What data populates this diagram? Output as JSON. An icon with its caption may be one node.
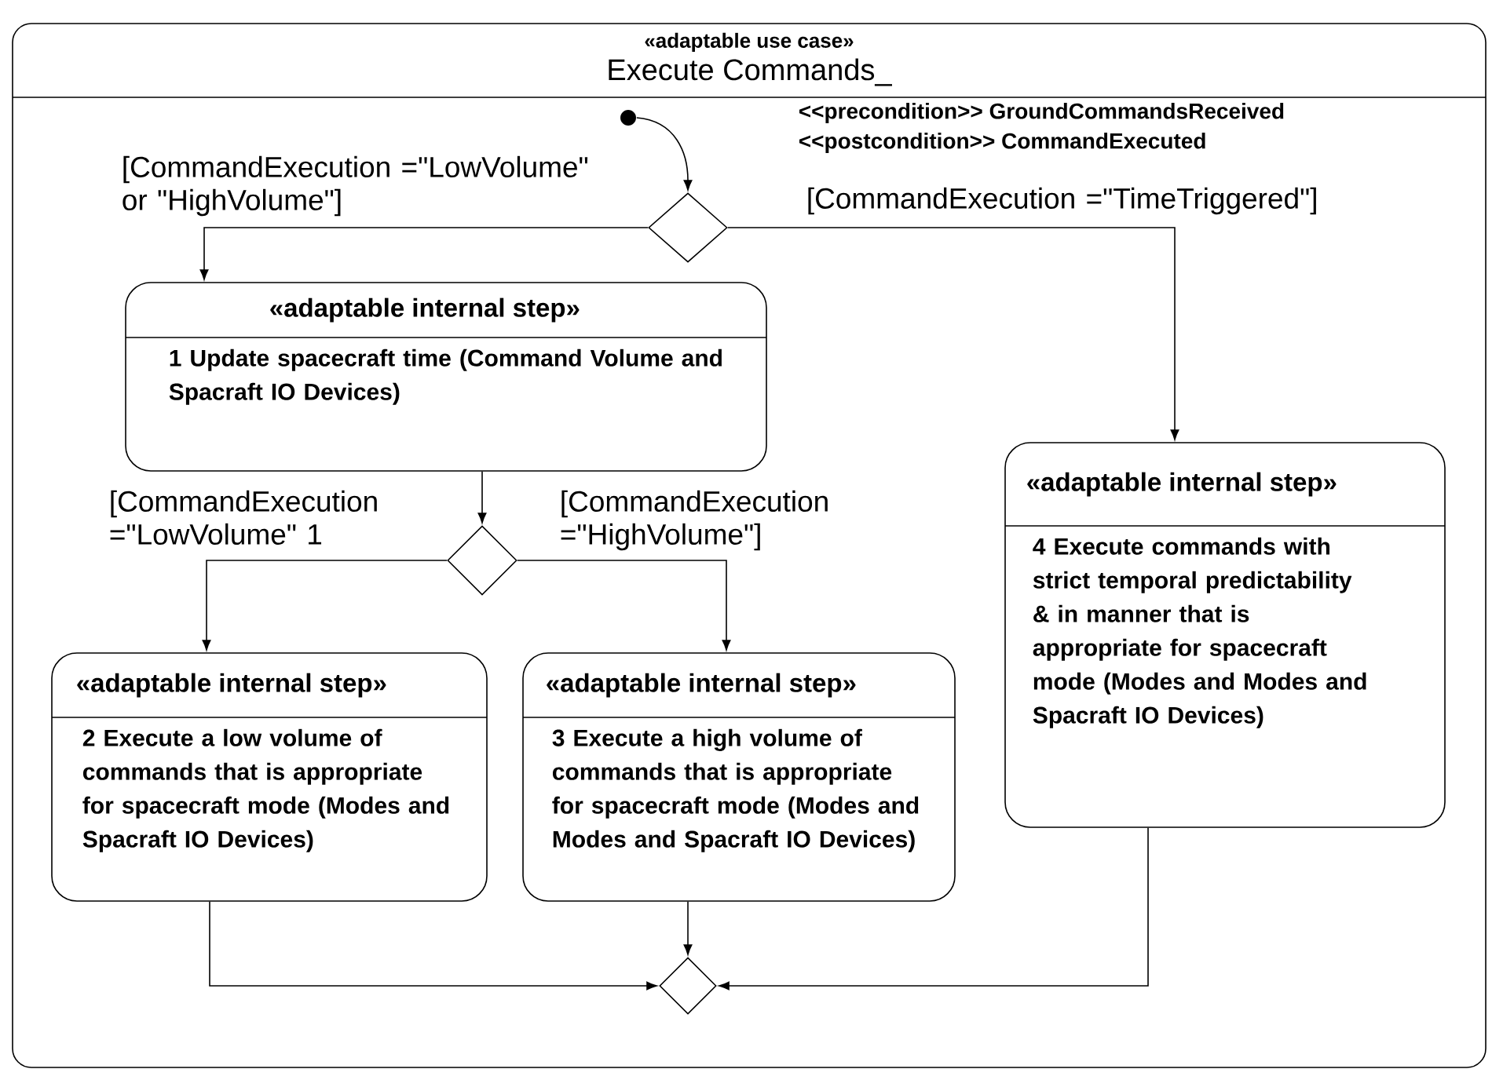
{
  "diagram": {
    "nodes": [
      {
        "text": [
          "«adaptable use case»",
          "Execute Commands_"
        ]
      },
      {
        "text": [],
        "shape": "circle",
        "in": 0
      },
      {
        "text": [],
        "shape": "diamond",
        "in": 0
      },
      {
        "text": [
          "«adaptable internal step»",
          "1 Update spacecraft time (Command Volume and Spacraft IO Devices)"
        ],
        "in": 0
      },
      {
        "text": [],
        "shape": "diamond",
        "in": 0
      },
      {
        "text": [
          "«adaptable internal step»",
          "2 Execute a low volume of commands that is appropriate for spacecraft mode (Modes and Spacraft IO Devices)"
        ],
        "in": 0
      },
      {
        "text": [
          "«adaptable internal step»",
          "3 Execute a high volume of commands that is appropriate for spacecraft mode (Modes and Modes and Spacraft IO Devices)"
        ],
        "in": 0
      },
      {
        "text": [
          "«adaptable internal step»",
          "4 Execute commands with strict temporal predictability & in manner that is appropriate for spacecraft mode (Modes and Modes and Spacraft IO Devices)"
        ],
        "in": 0
      },
      {
        "text": [],
        "shape": "diamond",
        "in": 0
      }
    ],
    "edges": [
      {
        "from": 1,
        "to": 2,
        "arrow": "to"
      },
      {
        "from": 2,
        "to": 3,
        "arrow": "to",
        "label": "[CommandExecution =\"LowVolume\" or \"HighVolume\"]"
      },
      {
        "from": 2,
        "to": 7,
        "arrow": "to",
        "label": "[CommandExecution =\"TimeTriggered\"]"
      },
      {
        "from": 3,
        "to": 4,
        "arrow": "to"
      },
      {
        "from": 4,
        "to": 5,
        "arrow": "to",
        "label": "[CommandExecution =\"LowVolume\" 1"
      },
      {
        "from": 4,
        "to": 6,
        "arrow": "to",
        "label": "[CommandExecution =\"HighVolume\"]"
      },
      {
        "from": 5,
        "to": 8,
        "arrow": "to"
      },
      {
        "from": 6,
        "to": 8,
        "arrow": "to"
      },
      {
        "from": 7,
        "to": 8,
        "arrow": "to"
      }
    ],
    "labels": [
      "<<precondition>> GroundCommandsReceived",
      "<<postcondition>> CommandExecuted"
    ]
  }
}
